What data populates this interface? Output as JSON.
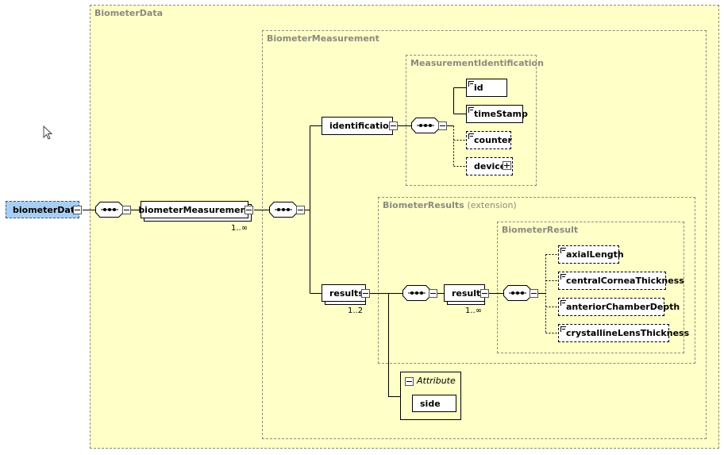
{
  "regions": {
    "biometer_data": "BiometerData",
    "biometer_measurement": "BiometerMeasurement",
    "measurement_identification": "MeasurementIdentification",
    "biometer_results": "BiometerResults",
    "biometer_results_ext": "(extension)",
    "biometer_result": "BiometerResult"
  },
  "elements": {
    "root": "biometerData",
    "biometer_measurement": "biometerMeasurement",
    "identification": "identification",
    "id": "id",
    "timestamp": "timeStamp",
    "counter": "counter",
    "device": "device",
    "results": "results",
    "result": "result",
    "axial_length": "axialLength",
    "central_cornea_thickness": "centralCorneaThickness",
    "anterior_chamber_depth": "anteriorChamberDepth",
    "crystalline_lens_thickness": "crystallineLensThickness"
  },
  "multiplicity": {
    "biometer_measurement": "1..∞",
    "results": "1..2",
    "result": "1..∞"
  },
  "attribute_group": {
    "title": "Attribute",
    "side": "side"
  },
  "icons": {
    "sequence": "sequence-compositor-icon",
    "collapse": "minus-box-icon",
    "expand": "plus-box-icon",
    "cursor": "mouse-pointer-icon"
  },
  "colors": {
    "region_fill": "#ffffc8",
    "root_fill": "#a8cff3"
  }
}
